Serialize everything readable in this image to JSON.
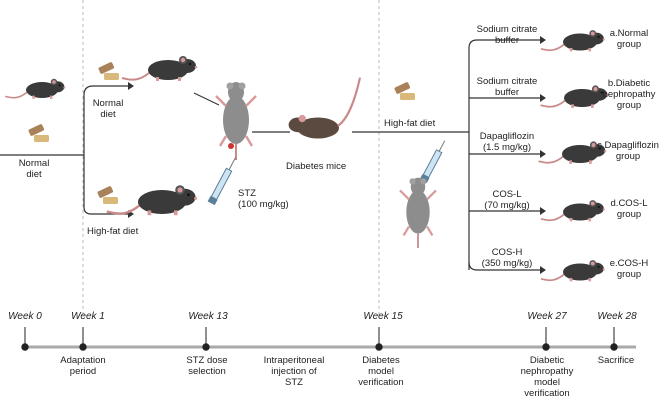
{
  "start": {
    "line1": "Normal",
    "line2": "diet"
  },
  "branch_normal": {
    "line1": "Normal",
    "line2": "diet"
  },
  "branch_hfd": "High-fat diet",
  "stz": {
    "line1": "STZ",
    "line2": "(100 mg/kg)"
  },
  "diabetes_mice": "Diabetes mice",
  "hfd2": "High-fat diet",
  "treatments": [
    {
      "line1": "Sodium citrate",
      "line2": "buffer"
    },
    {
      "line1": "Sodium citrate",
      "line2": "buffer"
    },
    {
      "line1": "Dapagliflozin",
      "line2": "(1.5 mg/kg)"
    },
    {
      "line1": "COS-L",
      "line2": "(70 mg/kg)"
    },
    {
      "line1": "COS-H",
      "line2": "(350 mg/kg)"
    }
  ],
  "groups": [
    {
      "line1": "a.Normal",
      "line2": "group"
    },
    {
      "line1": "b.Diabetic",
      "line2": "nephropathy",
      "line3": "group"
    },
    {
      "line1": "c.Dapagliflozin",
      "line2": "group"
    },
    {
      "line1": "d.COS-L",
      "line2": "group"
    },
    {
      "line1": "e.COS-H",
      "line2": "group"
    }
  ],
  "timeline": {
    "weeks": [
      "Week 0",
      "Week 1",
      "Week 13",
      "Week 15",
      "Week 27",
      "Week 28"
    ],
    "events": {
      "adaptation": {
        "line1": "Adaptation",
        "line2": "period"
      },
      "stz_dose": {
        "line1": "STZ dose",
        "line2": "selection"
      },
      "injection": {
        "line1": "Intraperitoneal",
        "line2": "injection of",
        "line3": "STZ"
      },
      "diabetes_verif": {
        "line1": "Diabetes",
        "line2": "model",
        "line3": "verification"
      },
      "dn_verif": {
        "line1": "Diabetic",
        "line2": "nephropathy",
        "line3": "model",
        "line4": "verification"
      },
      "sacrifice": "Sacrifice"
    }
  },
  "colors": {
    "mouse": "#3a3a3a",
    "mouse_gray": "#8d8d8d",
    "mouse_brown": "#5a4a40",
    "tail": "#c98a8a",
    "food_light": "#d9b97a",
    "food_dark": "#a9825a",
    "line": "#333333",
    "dash": "#bbbbbb"
  }
}
